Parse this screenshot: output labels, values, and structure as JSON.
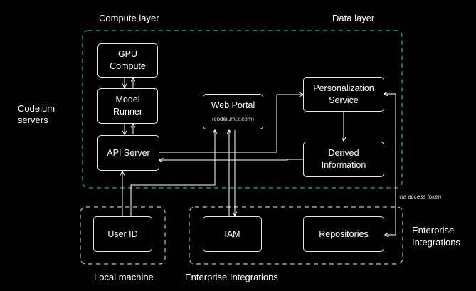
{
  "labels": {
    "compute_layer": "Compute layer",
    "data_layer": "Data layer",
    "codeium_servers_1": "Codeium",
    "codeium_servers_2": "servers",
    "local_machine": "Local machine",
    "enterprise_bottom": "Enterprise Integrations",
    "enterprise_right_1": "Enterprise",
    "enterprise_right_2": "Integrations",
    "via_access_token": "via access token"
  },
  "nodes": {
    "gpu": {
      "line1": "GPU",
      "line2": "Compute"
    },
    "model": {
      "line1": "Model",
      "line2": "Runner"
    },
    "api": {
      "line1": "API Server"
    },
    "web": {
      "line1": "Web Portal",
      "sub": "(codeium.x.com)"
    },
    "personalization": {
      "line1": "Personalization",
      "line2": "Service"
    },
    "derived": {
      "line1": "Derived",
      "line2": "Information"
    },
    "userid": {
      "line1": "User ID"
    },
    "iam": {
      "line1": "IAM"
    },
    "repos": {
      "line1": "Repositories"
    }
  },
  "colors": {
    "background": "#000000",
    "codeium_border": "#2bb39a",
    "group_border": "#bdbdbd",
    "box_border": "#e8e8e8",
    "arrow": "#ffffff"
  }
}
